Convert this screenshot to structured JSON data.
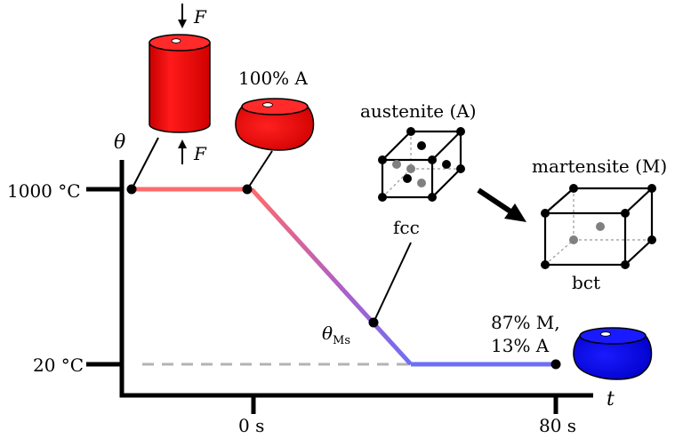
{
  "axes": {
    "y_symbol": "θ",
    "x_symbol": "t",
    "y_ticks": [
      "1000 °C",
      "20 °C"
    ],
    "x_ticks": [
      "0 s",
      "80 s"
    ]
  },
  "force": {
    "top_label": "F",
    "bottom_label": "F"
  },
  "labels": {
    "heated_sample": "100% A",
    "ms_point": "θ",
    "ms_subscript": "Ms",
    "final_line1": "87% M,",
    "final_line2": "13% A"
  },
  "austenite": {
    "title": "austenite (A)",
    "lattice": "fcc"
  },
  "martensite": {
    "title": "martensite (M)",
    "lattice": "bct"
  },
  "colors": {
    "hot": "#ff6b6b",
    "mid": "#b05fc4",
    "cold": "#6e6ef5",
    "sample_hot": "#ee0000",
    "sample_cold": "#0000ee",
    "reference_dash": "#b3b3b3"
  }
}
